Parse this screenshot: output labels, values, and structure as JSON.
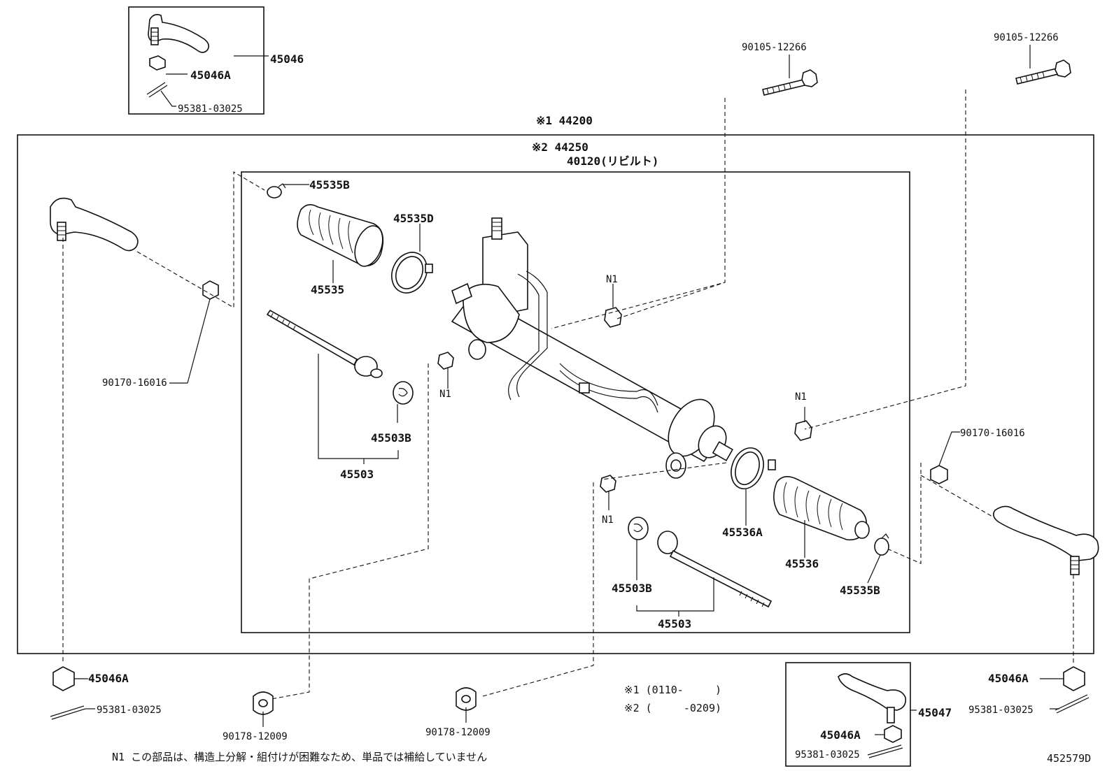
{
  "diagram": {
    "footer_note": "N1 この部品は、構造上分解・組付けが困難なため、単品では補給していません",
    "figure_id": "452579D",
    "assembly": {
      "line1": "※1 44200",
      "line2": "※2 44250",
      "line3": "40120(リビルト)"
    },
    "applicability": {
      "line1": "※1 (0110-     )",
      "line2": "※2 (     -0209)"
    },
    "labels": {
      "kit_left_main": "45046",
      "kit_left_nut": "45046A",
      "kit_left_pin": "95381-03025",
      "bolt_center": "90105-12266",
      "bolt_right": "90105-12266",
      "clamp_top": "45535B",
      "clip_top": "45535D",
      "boot_left": "45535",
      "nut_left": "90170-16016",
      "n1_upper": "N1",
      "n1_left": "N1",
      "n1_right": "N1",
      "n1_lower": "N1",
      "washer_left": "45503B",
      "rod_left": "45503",
      "nut_right": "90170-16016",
      "clip_lower": "45536A",
      "boot_right": "45536",
      "clamp_bottom": "45535B",
      "washer_right": "45503B",
      "rod_right": "45503",
      "nut_bl": "45046A",
      "pin_bl": "95381-03025",
      "bush_a": "90178-12009",
      "bush_b": "90178-12009",
      "kit_right_main": "45047",
      "kit_right_nut": "45046A",
      "kit_right_pin": "95381-03025",
      "nut_br": "45046A",
      "pin_br": "95381-03025"
    }
  }
}
